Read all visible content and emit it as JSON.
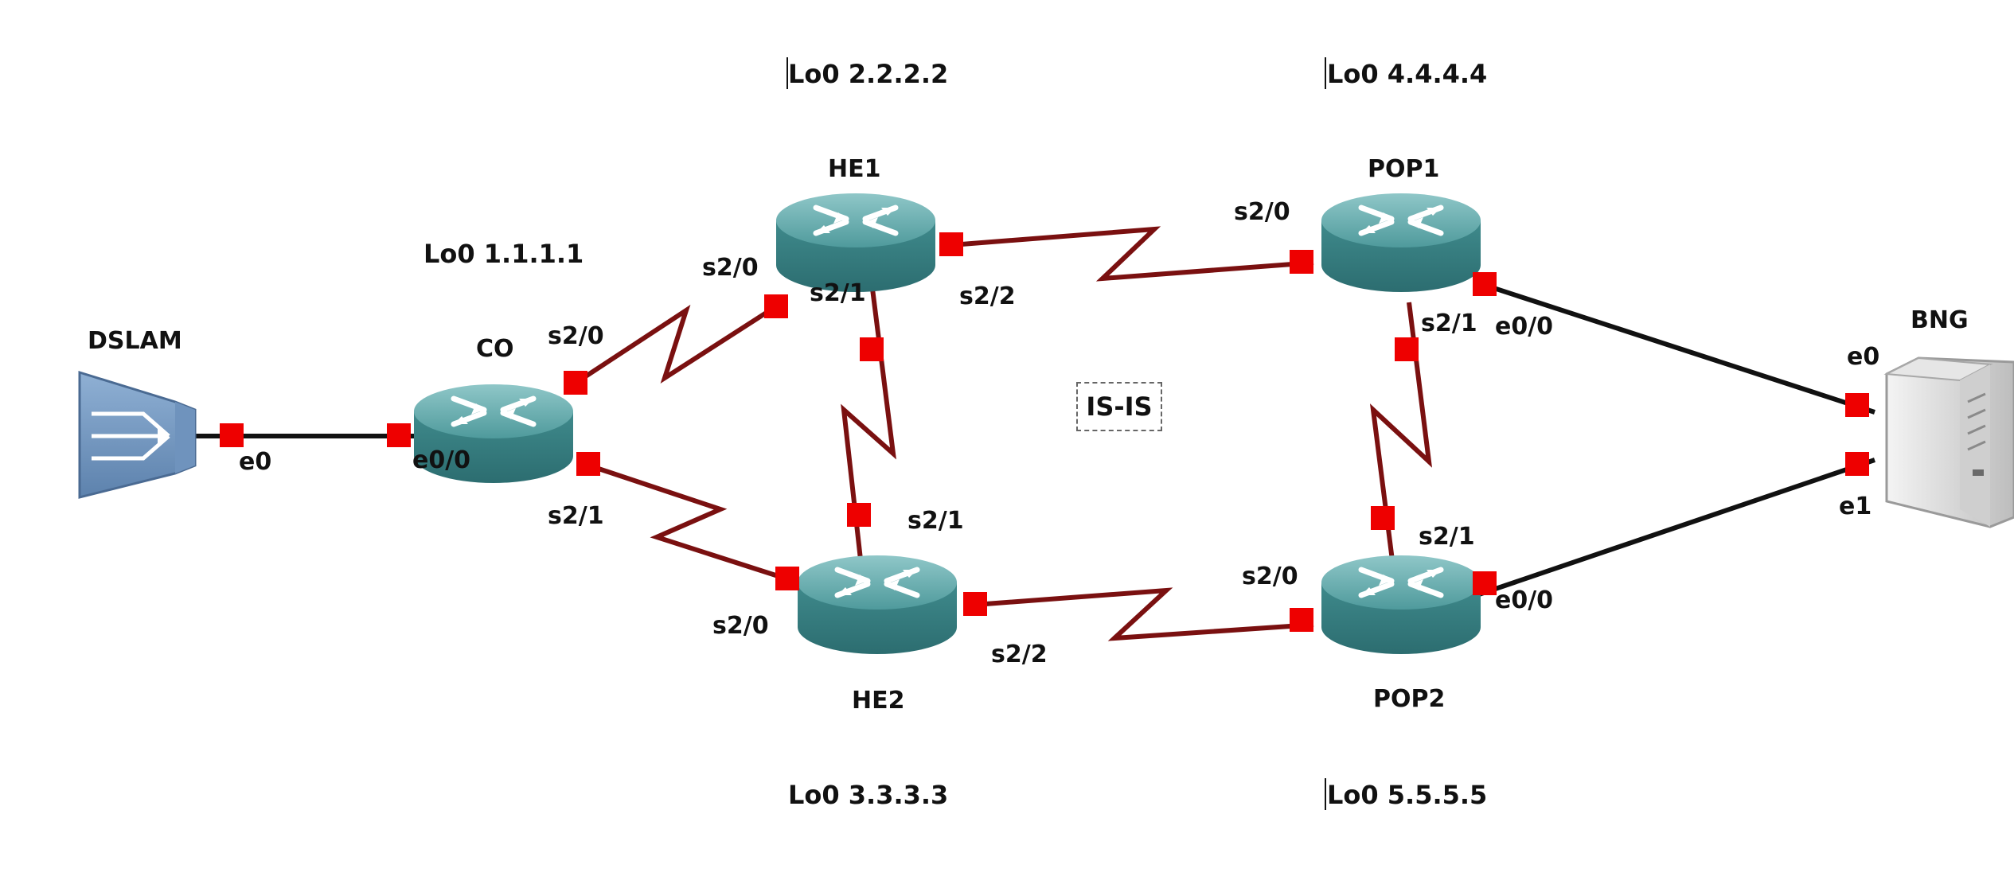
{
  "colors": {
    "serial": "#7a1010",
    "ethernet": "#111111",
    "port": "#ee0000",
    "router": "#3f8a8c"
  },
  "protocol": "IS-IS",
  "devices": {
    "dslam": {
      "name": "DSLAM",
      "icon": "dslam-icon"
    },
    "co": {
      "name": "CO",
      "icon": "router-icon",
      "loopback": "Lo0 1.1.1.1"
    },
    "he1": {
      "name": "HE1",
      "icon": "router-icon",
      "loopback": "Lo0 2.2.2.2"
    },
    "he2": {
      "name": "HE2",
      "icon": "router-icon",
      "loopback": "Lo0 3.3.3.3"
    },
    "pop1": {
      "name": "POP1",
      "icon": "router-icon",
      "loopback": "Lo0 4.4.4.4"
    },
    "pop2": {
      "name": "POP2",
      "icon": "router-icon",
      "loopback": "Lo0 5.5.5.5"
    },
    "bng": {
      "name": "BNG",
      "icon": "server-icon"
    }
  },
  "ports": {
    "dslam_e0": "e0",
    "co_e00": "e0/0",
    "co_s20": "s2/0",
    "co_s21": "s2/1",
    "he1_s20": "s2/0",
    "he1_s21": "s2/1",
    "he1_s22": "s2/2",
    "he2_s20": "s2/0",
    "he2_s21": "s2/1",
    "he2_s22": "s2/2",
    "pop1_s20": "s2/0",
    "pop1_s21": "s2/1",
    "pop1_e00": "e0/0",
    "pop2_s20": "s2/0",
    "pop2_s21": "s2/1",
    "pop2_e00": "e0/0",
    "bng_e0": "e0",
    "bng_e1": "e1"
  }
}
